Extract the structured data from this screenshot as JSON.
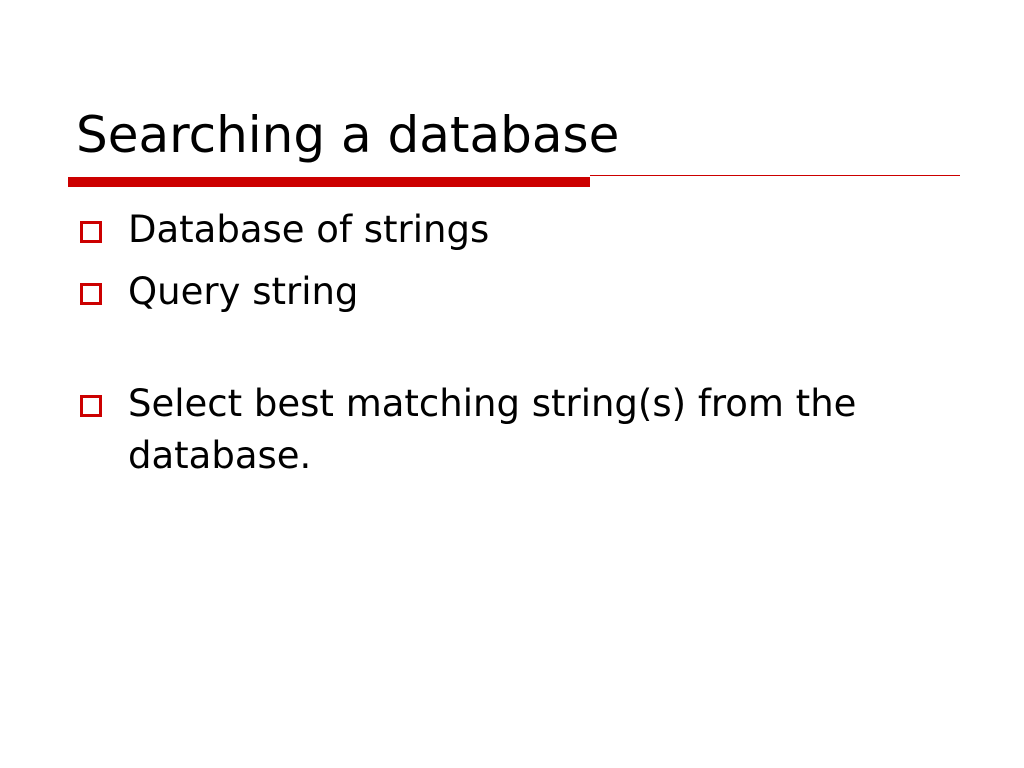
{
  "slide": {
    "title": "Searching a database",
    "accent_color": "#cc0000",
    "bullet_icon": "hollow-square-icon",
    "bullets": [
      "Database of strings",
      "Query string",
      "Select best matching string(s) from the database."
    ]
  }
}
